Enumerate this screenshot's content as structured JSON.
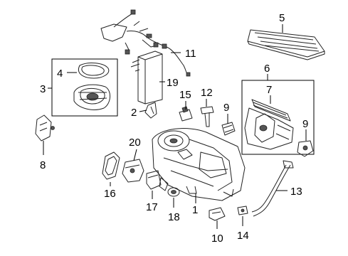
{
  "diagram": {
    "type": "exploded-parts-diagram",
    "callouts": [
      "1",
      "2",
      "3",
      "4",
      "5",
      "6",
      "7",
      "8",
      "9",
      "9",
      "10",
      "11",
      "12",
      "13",
      "14",
      "15",
      "16",
      "17",
      "18",
      "19",
      "20"
    ]
  }
}
